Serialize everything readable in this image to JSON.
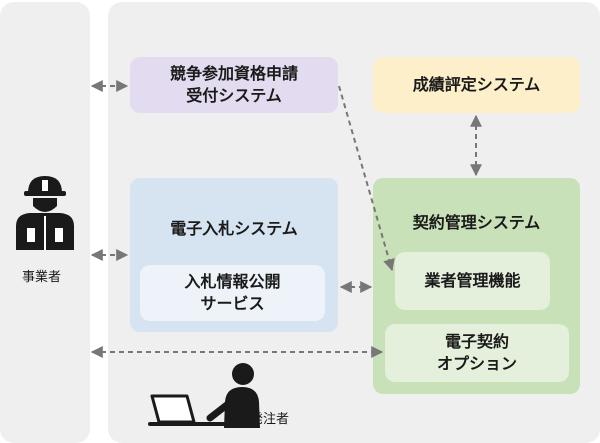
{
  "diagram": {
    "kyoso_label": "競争参加資格申請\n受付システム",
    "seiseki_label": "成績評定システム",
    "denshi_label": "電子入札システム",
    "service_label": "入札情報公開\nサービス",
    "keiyaku_label": "契約管理システム",
    "gyosha_label": "業者管理機能",
    "option_label": "電子契約\nオプション",
    "jigyosha_label": "事業者",
    "hacchu_label": "発注者"
  },
  "icons": {
    "contractor": "worker-helmet-icon",
    "orderer": "person-laptop-icon"
  },
  "colors": {
    "panel": "#efefef",
    "kyoso": "#e3dcf0",
    "seiseki": "#fcefc9",
    "denshi": "#d6e3f1",
    "keiyaku": "#c9e1b8",
    "arrow": "#777777"
  }
}
